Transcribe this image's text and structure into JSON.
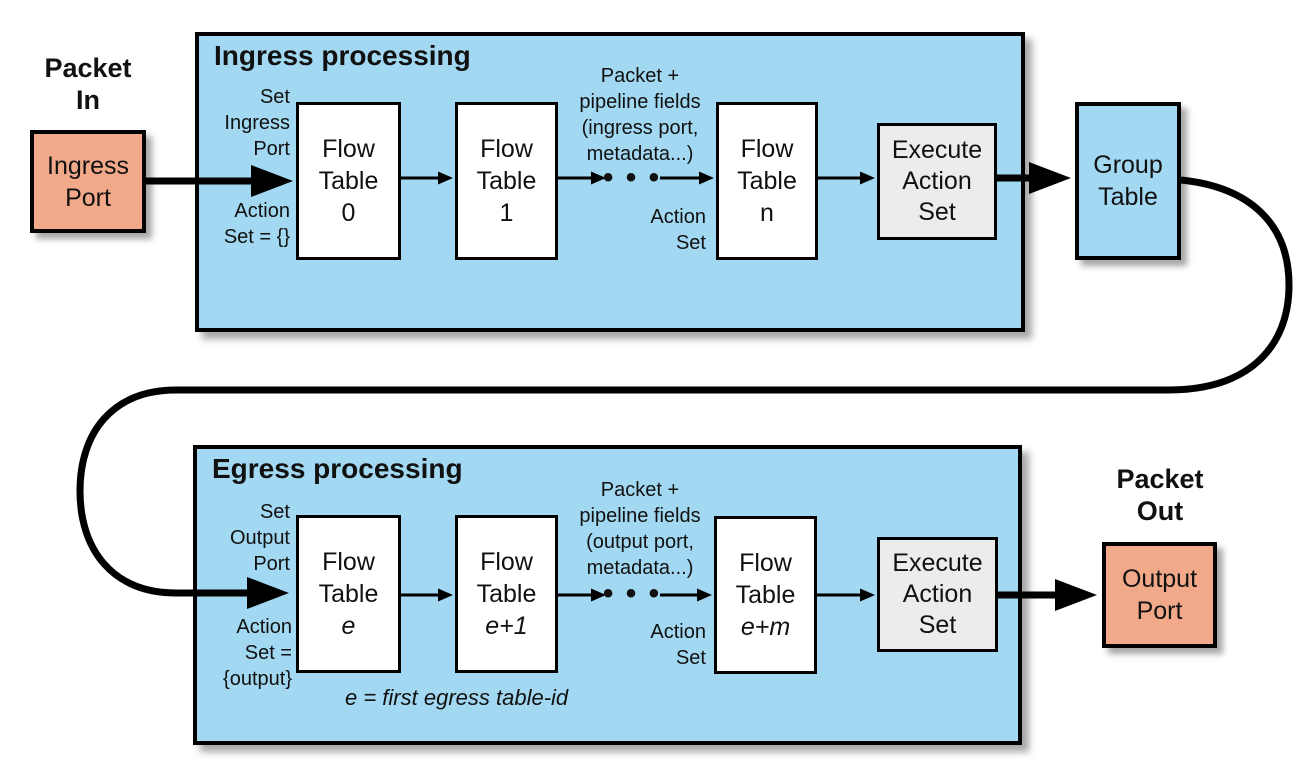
{
  "diagram": {
    "packet_in": [
      "Packet",
      "In"
    ],
    "ingress_port": [
      "Ingress",
      "Port"
    ],
    "group_table": [
      "Group",
      "Table"
    ],
    "packet_out": [
      "Packet",
      "Out"
    ],
    "output_port": [
      "Output",
      "Port"
    ],
    "dots": "• • •",
    "ingress": {
      "title": "Ingress processing",
      "set_port": [
        "Set",
        "Ingress",
        "Port"
      ],
      "action_init": [
        "Action",
        "Set = {}"
      ],
      "flow0": [
        "Flow",
        "Table",
        "0"
      ],
      "flow1": [
        "Flow",
        "Table",
        "1"
      ],
      "flown": [
        "Flow",
        "Table",
        "n"
      ],
      "pipeline": [
        "Packet +",
        "pipeline fields",
        "(ingress port,",
        "metadata...)"
      ],
      "action_set": [
        "Action",
        "Set"
      ],
      "execute": [
        "Execute",
        "Action",
        "Set"
      ]
    },
    "egress": {
      "title": "Egress processing",
      "set_port": [
        "Set",
        "Output",
        "Port"
      ],
      "action_init": [
        "Action",
        "Set =",
        "{output}"
      ],
      "flowe": [
        "Flow",
        "Table",
        "e"
      ],
      "flowe1": [
        "Flow",
        "Table",
        "e+1"
      ],
      "flowem": [
        "Flow",
        "Table",
        "e+m"
      ],
      "pipeline": [
        "Packet +",
        "pipeline fields",
        "(output port,",
        "metadata...)"
      ],
      "action_set": [
        "Action",
        "Set"
      ],
      "execute": [
        "Execute",
        "Action",
        "Set"
      ],
      "note": "e = first egress table-id"
    },
    "colors": {
      "panel_blue": "#A2D8F1",
      "port_salmon": "#F1A98A",
      "execute_gray": "#ECECEC",
      "line_black": "#000000"
    }
  }
}
